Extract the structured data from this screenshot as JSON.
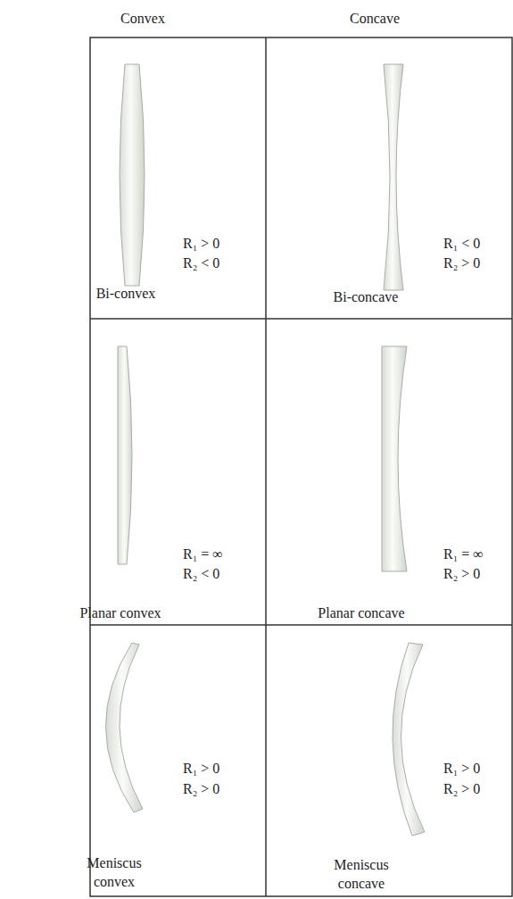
{
  "diagram": {
    "labels": [
      "Convex",
      "Concave",
      "R₁ > 0",
      "R₂ < 0",
      "Bi-convex",
      "R₁ < 0",
      "R₂ > 0",
      "Bi-concave",
      "R₁ = ∞",
      "R₂ < 0",
      "Planar convex",
      "R₁ = ∞",
      "R₂ > 0",
      "Planar concave",
      "R₁ > 0",
      "R₂ > 0",
      "Meniscus convex",
      "R₁ > 0",
      "R₂ > 0",
      "Meniscus concave"
    ]
  }
}
